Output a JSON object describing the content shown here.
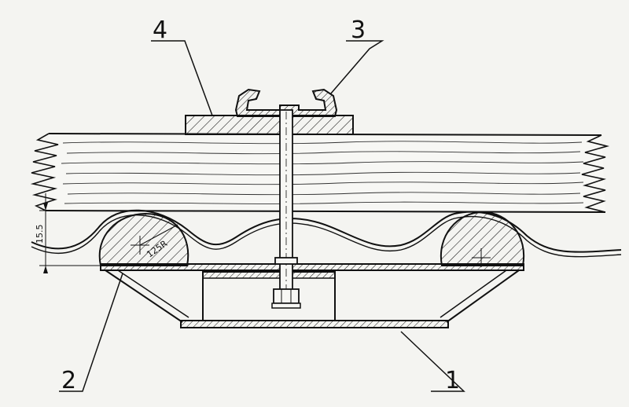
{
  "callouts": {
    "part1": "1",
    "part2": "2",
    "part3": "3",
    "part4": "4"
  },
  "dimensions": {
    "radius": "125R",
    "height": "15.5"
  },
  "colors": {
    "ink": "#111111",
    "paper": "#f4f4f1"
  }
}
